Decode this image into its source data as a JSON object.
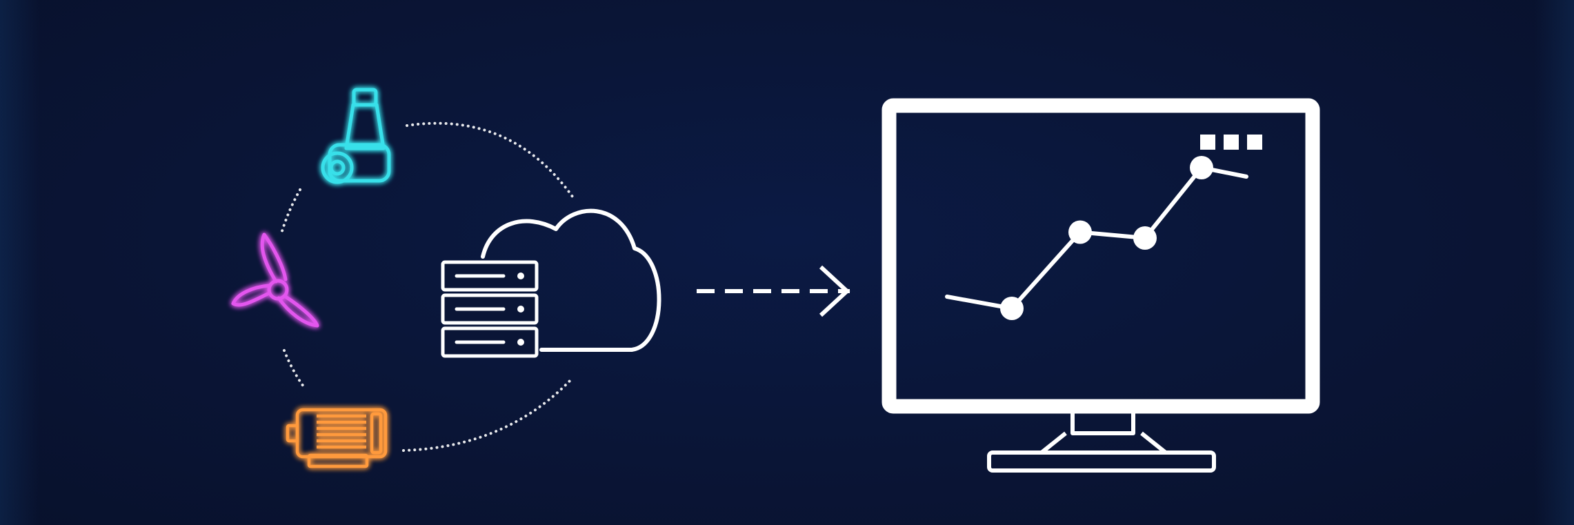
{
  "colors": {
    "background": "#0a1433",
    "pump": "#39e0ea",
    "propeller": "#e356ee",
    "motor": "#ff9a3c",
    "line": "#ffffff"
  },
  "icons": {
    "pump": "submersible-pump-icon",
    "propeller": "mixer-propeller-icon",
    "motor": "electric-motor-icon",
    "cloud": "cloud-icon",
    "server": "server-rack-icon",
    "arrow": "dashed-arrow-icon",
    "monitor": "monitor-icon",
    "window_controls": "window-controls-icon"
  },
  "chart_data": {
    "type": "line",
    "x": [
      1,
      2,
      3,
      4,
      5
    ],
    "y": [
      30,
      28,
      41,
      40,
      52
    ],
    "markers": [
      false,
      true,
      true,
      true,
      true
    ],
    "ylim": [
      20,
      60
    ]
  }
}
